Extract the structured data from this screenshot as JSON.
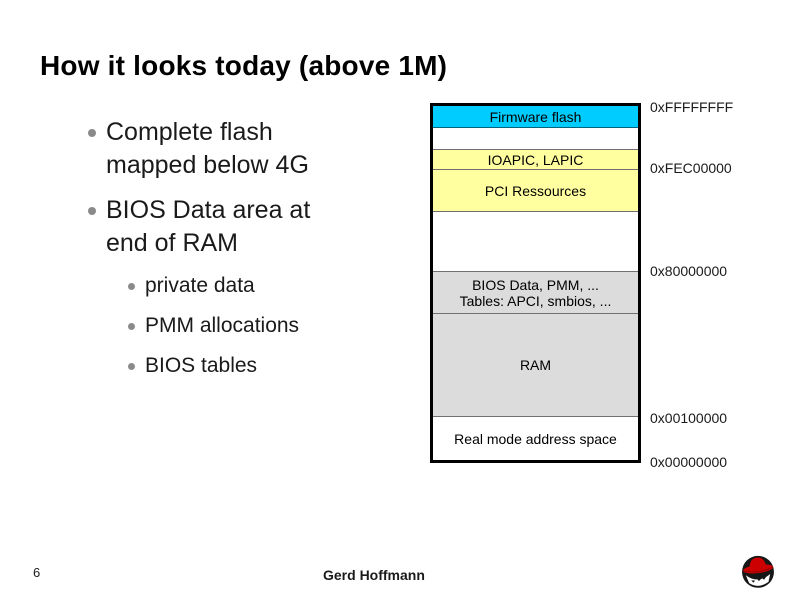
{
  "slide": {
    "title": "How it looks today (above 1M)",
    "page_number": "6",
    "footer_author": "Gerd Hoffmann"
  },
  "bullets": {
    "main": [
      {
        "text": "Complete flash mapped below 4G"
      },
      {
        "text": "BIOS Data area at end of RAM"
      }
    ],
    "sub": [
      {
        "text": "private data"
      },
      {
        "text": "PMM allocations"
      },
      {
        "text": "BIOS tables"
      }
    ]
  },
  "memory_map": {
    "segments": [
      {
        "label": "Firmware flash",
        "color": "#00ccff"
      },
      {
        "label": "",
        "color": "#ffffff"
      },
      {
        "label": "IOAPIC, LAPIC",
        "color": "#ffffa0"
      },
      {
        "label": "PCI Ressources",
        "color": "#ffffa0"
      },
      {
        "label": "",
        "color": "#ffffff"
      },
      {
        "label": "BIOS Data, PMM, ...",
        "label_line2": "Tables: APCI, smbios, ...",
        "color": "#dcdcdc"
      },
      {
        "label": "RAM",
        "color": "#dcdcdc"
      },
      {
        "label": "Real mode address space",
        "color": "#ffffff"
      }
    ],
    "addresses": [
      "0xFFFFFFFF",
      "0xFEC00000",
      "0x80000000",
      "0x00100000",
      "0x00000000"
    ]
  },
  "logo": {
    "name": "red-hat-shadowman-logo",
    "primary_color": "#cc0000",
    "head_color": "#161616"
  }
}
